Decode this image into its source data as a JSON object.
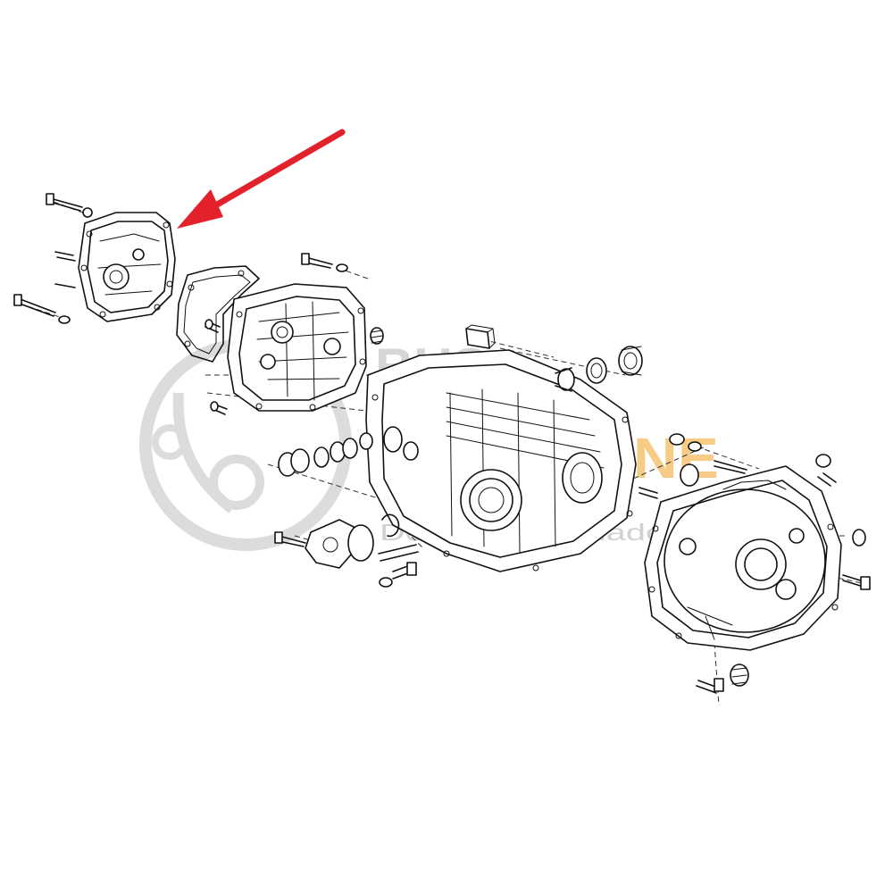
{
  "watermark": {
    "brand_top": "BUS",
    "brand_main": "REVOLUNE",
    "tagline": "Der Bulli-Teilelade"
  },
  "colors": {
    "pointer_arrow": "#e2212b",
    "watermark_grey": "#cfcfcf",
    "watermark_orange": "#f7c471",
    "line": "#111111"
  }
}
